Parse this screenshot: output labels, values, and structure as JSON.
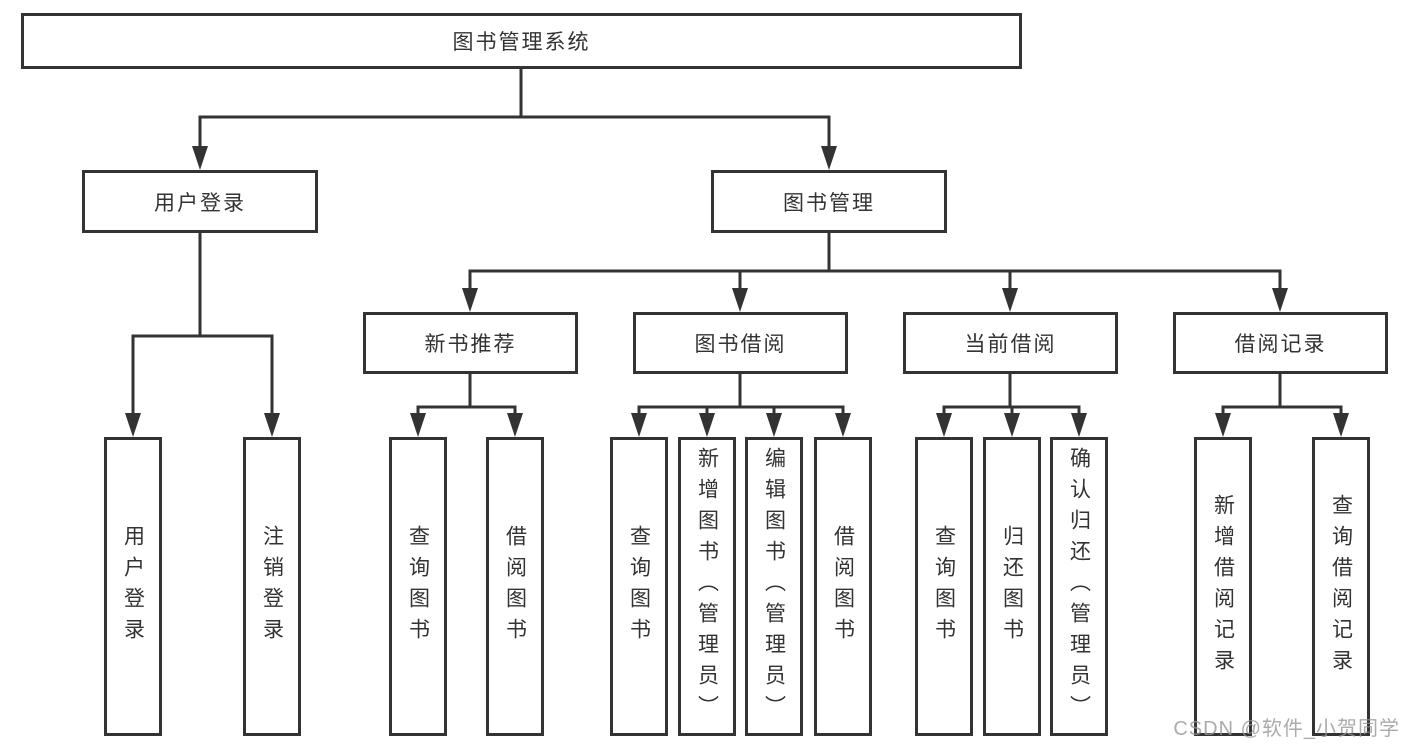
{
  "diagram": {
    "root": {
      "label": "图书管理系统"
    },
    "branches": [
      {
        "label": "用户登录",
        "children": [
          {
            "label": "用户登录"
          },
          {
            "label": "注销登录"
          }
        ]
      },
      {
        "label": "图书管理",
        "children": [
          {
            "label": "新书推荐",
            "children": [
              {
                "label": "查询图书"
              },
              {
                "label": "借阅图书"
              }
            ]
          },
          {
            "label": "图书借阅",
            "children": [
              {
                "label": "查询图书"
              },
              {
                "label": "新增图书（管理员）"
              },
              {
                "label": "编辑图书（管理员）"
              },
              {
                "label": "借阅图书"
              }
            ]
          },
          {
            "label": "当前借阅",
            "children": [
              {
                "label": "查询图书"
              },
              {
                "label": "归还图书"
              },
              {
                "label": "确认归还（管理员）"
              }
            ]
          },
          {
            "label": "借阅记录",
            "children": [
              {
                "label": "新增借阅记录"
              },
              {
                "label": "查询借阅记录"
              }
            ]
          }
        ]
      }
    ]
  },
  "watermark": "CSDN @软件_小贺同学",
  "colors": {
    "line": "#333333",
    "box_border": "#333333",
    "text": "#333333",
    "watermark": "#969696"
  }
}
